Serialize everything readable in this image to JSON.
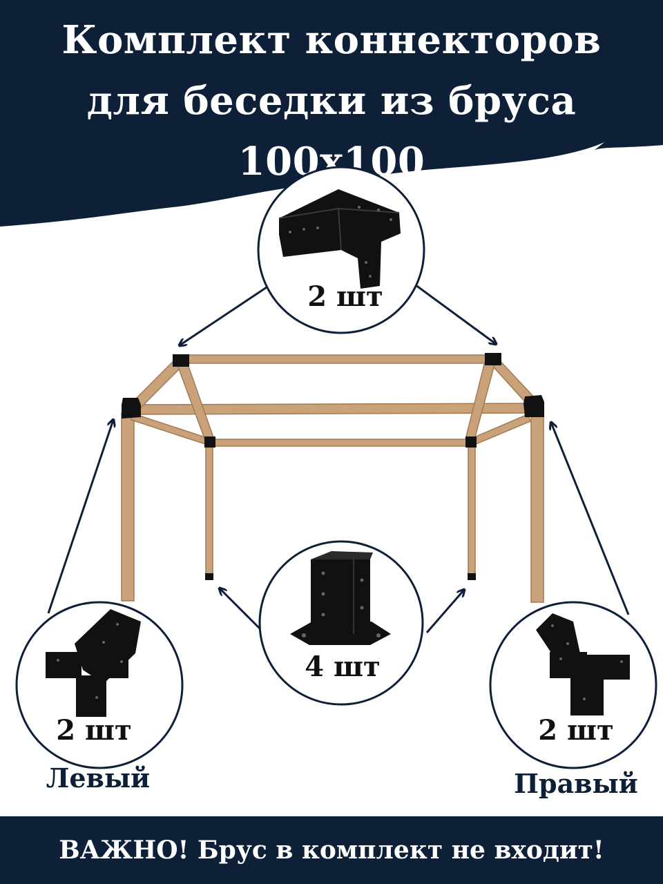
{
  "title": {
    "line1": "Комплект коннекторов",
    "line2": "для беседки из бруса",
    "line3": "100х100"
  },
  "connectors": {
    "top": {
      "qty": "2 шт"
    },
    "base": {
      "qty": "4 шт"
    },
    "left": {
      "qty": "2 шт",
      "label": "Левый"
    },
    "right": {
      "qty": "2 шт",
      "label": "Правый"
    }
  },
  "footer": {
    "notice": "ВАЖНО! Брус в комплект не входит!"
  },
  "colors": {
    "navy": "#0e1f38",
    "wood": "#c9a27a",
    "metal": "#111111"
  }
}
